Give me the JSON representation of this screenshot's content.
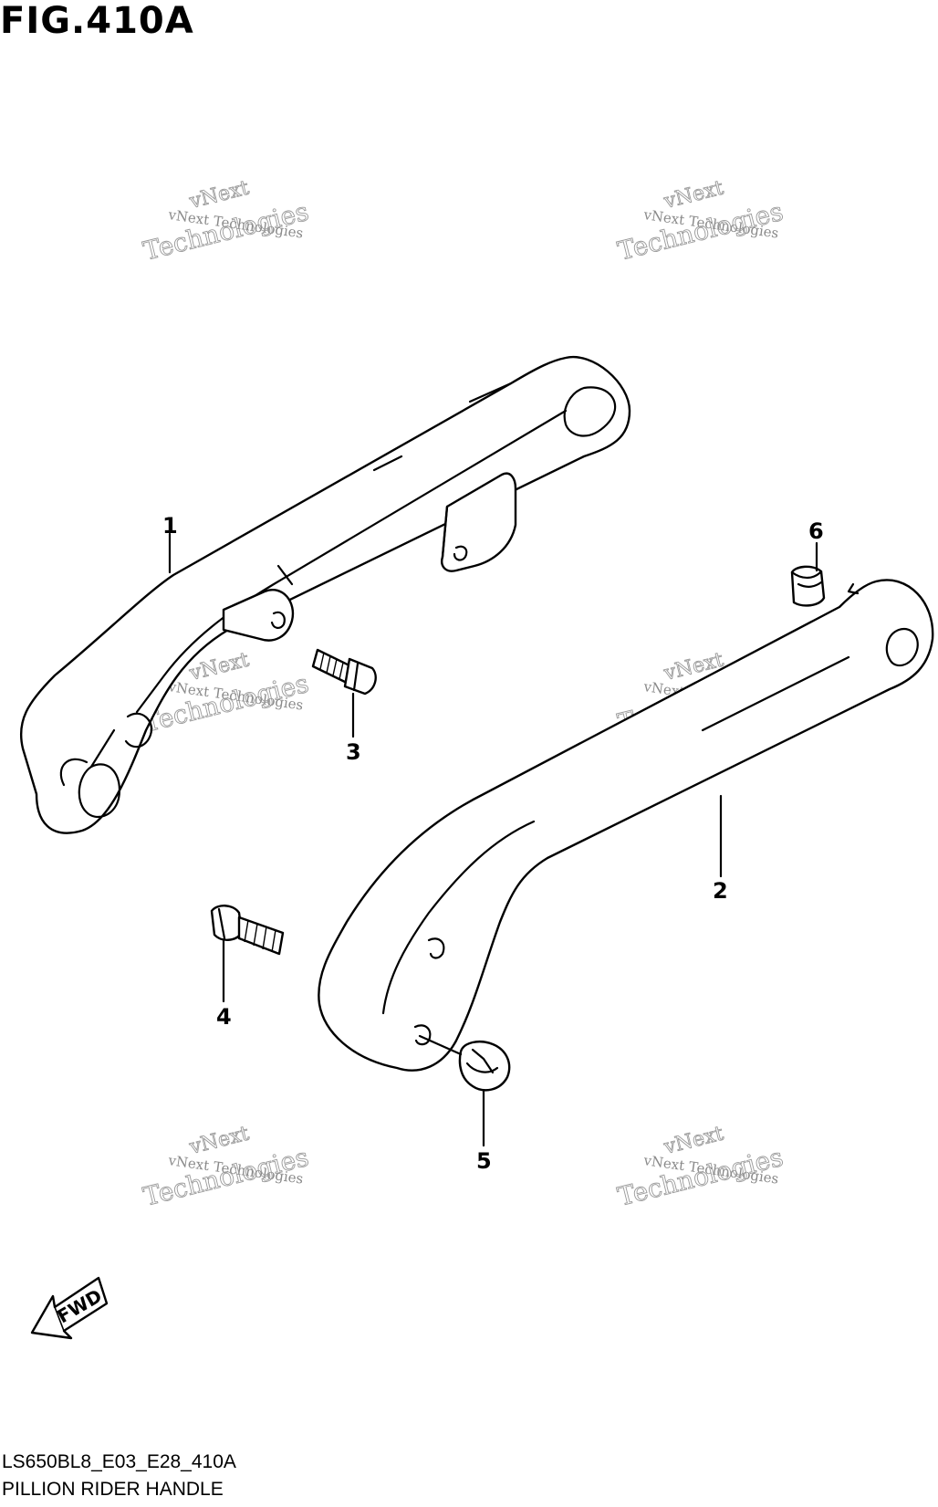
{
  "figure": {
    "title": "FIG.410A",
    "code": "LS650BL8_E03_E28_410A",
    "name": "PILLION RIDER HANDLE"
  },
  "callouts": [
    "1",
    "2",
    "3",
    "4",
    "5",
    "6"
  ],
  "watermark": {
    "line_small": "vNext Technologies",
    "line_top": "vNext",
    "line_bottom": "Technologies"
  },
  "fwd_label": "FWD"
}
